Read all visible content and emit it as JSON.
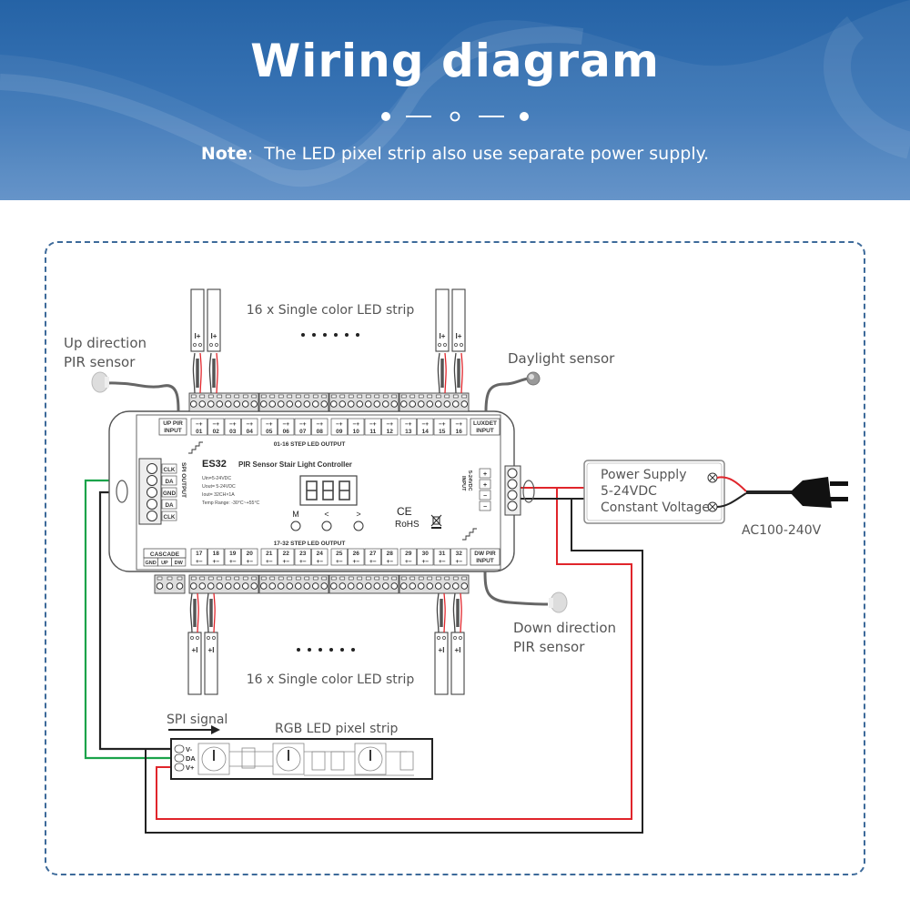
{
  "header": {
    "title": "Wiring diagram",
    "note_label": "Note",
    "note_text": "The LED pixel strip also use separate power supply."
  },
  "labels": {
    "top_strips": "16 x Single color LED strip",
    "bottom_strips": "16 x Single color LED strip",
    "up_sensor_line1": "Up direction",
    "up_sensor_line2": "PIR sensor",
    "daylight_sensor": "Daylight sensor",
    "down_sensor_line1": "Down direction",
    "down_sensor_line2": "PIR sensor",
    "power_supply_line1": "Power Supply",
    "power_supply_line2": "5-24VDC",
    "power_supply_line3": "Constant Voltage",
    "ac_input": "AC100-240V",
    "spi_signal": "SPI signal",
    "pixel_strip": "RGB LED pixel strip",
    "pixel_pins": [
      "V-",
      "DA",
      "V+"
    ],
    "strip_pin_top": "I+",
    "strip_pin_bottom": "+I"
  },
  "controller": {
    "model": "ES32",
    "name": "PIR Sensor Stair Light Controller",
    "specs": [
      "Uin=5-24VDC",
      "Uout= 5-24VDC",
      "Iout= 32CH×1A",
      "Temp Range: -30°C~+55°C"
    ],
    "up_pir_input": [
      "UP PIR",
      "INPUT"
    ],
    "luxdet_input": [
      "LUXDET",
      "INPUT"
    ],
    "dw_pir_input": [
      "DW PIR",
      "INPUT"
    ],
    "top_output_label": "01-16 STEP LED OUTPUT",
    "bottom_output_label": "17-32 STEP LED OUTPUT",
    "top_channels": [
      "01",
      "02",
      "03",
      "04",
      "05",
      "06",
      "07",
      "08",
      "09",
      "10",
      "11",
      "12",
      "13",
      "14",
      "15",
      "16"
    ],
    "bottom_channels": [
      "17",
      "18",
      "19",
      "20",
      "21",
      "22",
      "23",
      "24",
      "25",
      "26",
      "27",
      "28",
      "29",
      "30",
      "31",
      "32"
    ],
    "spi_output_label": "SPI OUTPUT",
    "spi_pins": [
      "CLK",
      "DA",
      "GND",
      "DA",
      "CLK"
    ],
    "cascade_label": "CASCADE",
    "cascade_pins": [
      "GND",
      "UP",
      "DW"
    ],
    "input_label": [
      "INPUT",
      "5-24VDC"
    ],
    "input_pins": [
      "+",
      "+",
      "−",
      "−"
    ],
    "display": "8.8.8",
    "buttons": [
      "M",
      "<",
      ">"
    ],
    "cert_ce": "CE",
    "cert_rohs": "RoHS"
  },
  "colors": {
    "header_blue": "#2563a6",
    "frame_dash": "#3d6a9a",
    "wire_red": "#e0252b",
    "wire_green": "#1aa34a",
    "wire_black": "#222222"
  }
}
